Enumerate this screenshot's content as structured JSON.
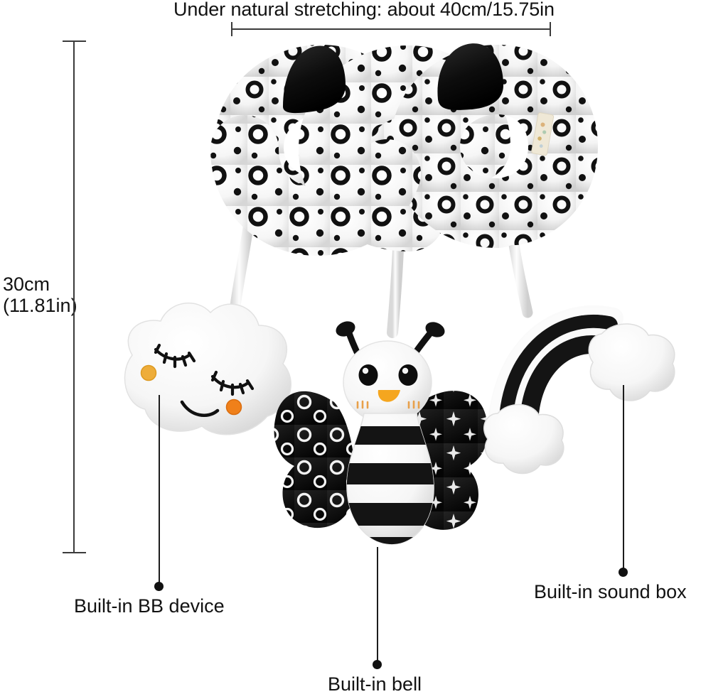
{
  "background_color": "#ffffff",
  "text_color": "#121212",
  "dimensions": {
    "top": {
      "label": "Under natural stretching: about 40cm/15.75in",
      "value_cm": "40cm",
      "value_in": "15.75in"
    },
    "left": {
      "label_line1": "30cm",
      "label_line2": "(11.81in)",
      "value_cm": "30cm",
      "value_in": "11.81in"
    }
  },
  "callouts": [
    {
      "id": "bb-device",
      "label": "Built-in BB device"
    },
    {
      "id": "bell",
      "label": "Built-in bell"
    },
    {
      "id": "sound-box",
      "label": "Built-in sound box"
    }
  ],
  "product": {
    "type": "baby-spiral-activity-toy",
    "palette": {
      "plush_white": "#fbfbfb",
      "plush_shadow": "#d8d8d8",
      "plush_black": "#141414",
      "cheek_orange": "#f08a20",
      "cheek_amber": "#eead3a",
      "beak_orange": "#f5a61f",
      "tag_cream": "#efe8d6"
    },
    "parts": [
      {
        "name": "spiral-coil",
        "pattern": "black rings and dots on white",
        "tips": "black"
      },
      {
        "name": "brand-tag",
        "color": "#efe8d6"
      },
      {
        "name": "cloud-toy",
        "features": "closed eyes with lashes, orange cheeks, smile"
      },
      {
        "name": "bee-toy",
        "features": "black antennae, black eyes, orange beak, striped body"
      },
      {
        "name": "bee-wing-left",
        "pattern": "white rings on black"
      },
      {
        "name": "bee-wing-right",
        "pattern": "white stars on black"
      },
      {
        "name": "rainbow-toy",
        "pattern": "black and white arch bands with cloud ends"
      }
    ]
  }
}
